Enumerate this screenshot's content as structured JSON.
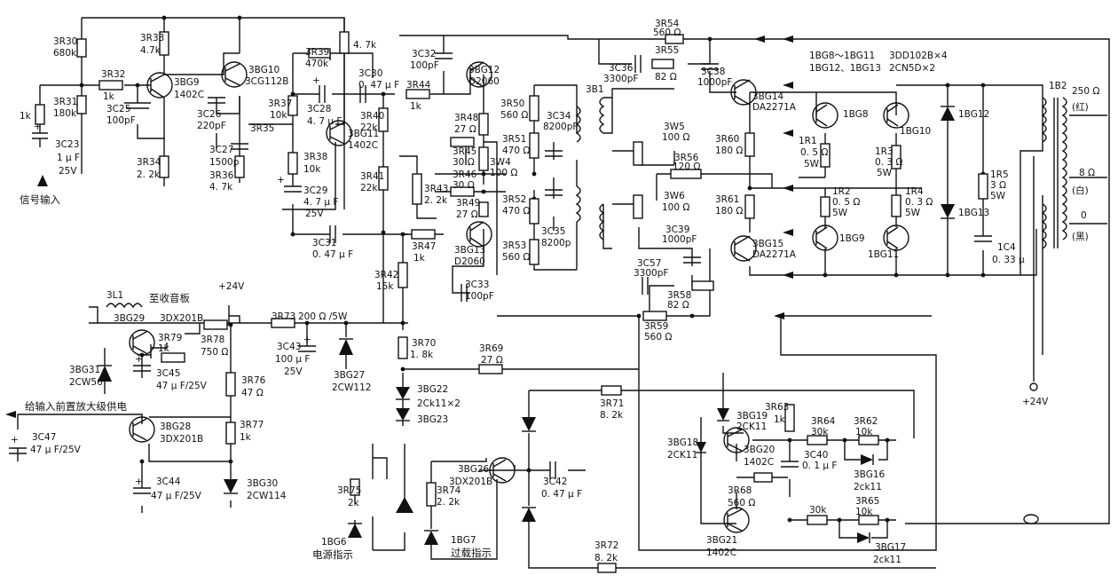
{
  "labels": {
    "3R30": "3R30",
    "680k": "680k",
    "3R31": "3R31",
    "180k": "180k",
    "1k_left": "1k",
    "3R32": "3R32",
    "1k_32": "1k",
    "3C25": "3C25",
    "100pF_25": "100pF",
    "3C23": "3C23",
    "1uF_23": "1 μ F",
    "25V_23": "25V",
    "signal_in": "信号输入",
    "3R33": "3R33",
    "4.7k_33": "4.7k",
    "3BG9": "3BG9",
    "1402C_9": "1402C",
    "3R34": "3R34",
    "2.2k_34": "2. 2k",
    "3BG10": "3BG10",
    "3CG112B": "3CG112B",
    "3C26": "3C26",
    "220pF": "220pF",
    "3R35": "3R35",
    "3C27": "3C27",
    "1500p": "1500p",
    "3R36": "3R36",
    "4.7k_36": "4. 7k",
    "3R39": "3R39",
    "470k": "470k",
    "3C28": "3C28",
    "4.7uF_28": "4. 7 μ F",
    "3R37": "3R37",
    "10k_37": "10k",
    "3BG11": "3BG11",
    "1402C_11": "1402C",
    "3R38": "3R38",
    "10k_38": "10k",
    "3C29": "3C29",
    "4.7uF_29": "4. 7 μ F",
    "25V_29": "25V",
    "4.7k_top": "4. 7k",
    "3C30": "3C30",
    "0.47uF_30": "0. 47 μ F",
    "3R40": "3R40",
    "22k_40": "22k",
    "3R41": "3R41",
    "22k_41": "22k",
    "3C31": "3C31",
    "0.47uF_31": "0. 47 μ F",
    "3R42": "3R42",
    "15k": "15k",
    "3C32": "3C32",
    "100pF_32": "100pF",
    "3BG12": "3BG12",
    "D2060_12": "D2060",
    "3R44": "3R44",
    "1k_44": "1k",
    "3R48": "3R48",
    "27_48": "27 Ω",
    "3R45": "3R45",
    "30_45": "30 Ω",
    "3W4": "3W4",
    "100_W4": "100 Ω",
    "3R46": "3R46",
    "30_46": "30 Ω",
    "3R43": "3R43",
    "2.2k_43": "2. 2k",
    "3R49": "3R49",
    "27_49": "27 Ω",
    "3R47": "3R47",
    "1k_47": "1k",
    "3BG13": "3BG13",
    "D2060_13": "D2060",
    "3C33": "3C33",
    "100pF_33": "100pF",
    "3R50": "3R50",
    "560_50": "560 Ω",
    "3R51": "3R51",
    "470_51": "470 Ω",
    "3R52": "3R52",
    "470_52": "470 Ω",
    "3R53": "3R53",
    "560_53": "560 Ω",
    "3C34": "3C34",
    "8200pF_34": "8200pF",
    "3C35": "3C35",
    "8200p_35": "8200p",
    "3B1": "3B1",
    "3R54": "3R54",
    "560_54": "560 Ω",
    "3C36": "3C36",
    "3300pF_36": "3300pF",
    "3R55": "3R55",
    "82_55": "82 Ω",
    "3C38": "3C38",
    "1000pF_38": "1000pF",
    "3W5": "3W5",
    "100_W5": "100 Ω",
    "3R56": "3R56",
    "120": "120 Ω",
    "3W6": "3W6",
    "100_W6": "100 Ω",
    "3C39": "3C39",
    "1000pF_39": "1000pF",
    "3C57": "3C57",
    "3300pF_57": "3300pF",
    "3R58": "3R58",
    "82_58": "82 Ω",
    "3R59": "3R59",
    "560_59": "560 Ω",
    "3BG14": "3BG14",
    "DA2271A_14": "DA2271A",
    "3BG15": "3BG15",
    "DA2271A_15": "DA2271A",
    "3R60": "3R60",
    "180_60": "180 Ω",
    "3R61": "3R61",
    "180_61": "180 Ω",
    "note1": "1BG8～1BG11",
    "note2": "1BG12、1BG13",
    "note3": "3DD102B×4",
    "note4": "2CN5D×2",
    "1BG8": "1BG8",
    "1BG9": "1BG9",
    "1BG10": "1BG10",
    "1BG11": "1BG11",
    "1R1": "1R1",
    "0.5_R1": "0. 5 Ω",
    "5W_R1": "5W",
    "1R2": "1R2",
    "0.5_R2": "0. 5 Ω",
    "5W_R2": "5W",
    "1R3": "1R3",
    "0.3_R3": "0. 3 Ω",
    "5W_R3": "5W",
    "1R4": "1R4",
    "0.3_R4": "0. 3 Ω",
    "5W_R4": "5W",
    "1BG12": "1BG12",
    "1BG13": "1BG13",
    "1R5": "1R5",
    "3_R5": "3 Ω",
    "5W_R5": "5W",
    "1C4": "1C4",
    "0.33u": "0. 33 μ",
    "1B2": "1B2",
    "250": "250 Ω",
    "red": "(红)",
    "8": "8 Ω",
    "white": "(白)",
    "0": "0",
    "black": "(黑)",
    "+24V_right": "+24V",
    "3L1": "3L1",
    "to_radio": "至收音板",
    "3BG29": "3BG29",
    "3DX201B_29": "3DX201B",
    "3R79": "3R79",
    "1k_79": "1k",
    "3R78": "3R78",
    "750": "750 Ω",
    "+24V_mid": "+24V",
    "3R73": "3R73",
    "200_5W": "200 Ω /5W",
    "3C43": "3C43",
    "100uF_43": "100 μ F",
    "25V_43": "25V",
    "3BG27": "3BG27",
    "2CW112": "2CW112",
    "3BG31": "3BG31",
    "2CW56": "2CW56",
    "3C45": "3C45",
    "47uF25V_45": "47 μ F/25V",
    "3R76": "3R76",
    "47": "47 Ω",
    "power_label": "给输入前置放大级供电",
    "3BG28": "3BG28",
    "3DX201B_28": "3DX201B",
    "3R77": "3R77",
    "1k_77": "1k",
    "3C47": "3C47",
    "47uF25V_47": "47 μ F/25V",
    "3C44": "3C44",
    "47uF25V_44": "47 μ F/25V",
    "3BG30": "3BG30",
    "2CW114": "2CW114",
    "3R70": "3R70",
    "1.8k": "1. 8k",
    "3R69": "3R69",
    "27_69": "27 Ω",
    "3BG22": "3BG22",
    "2ck11x2": "2Ck11×2",
    "3BG23": "3BG23",
    "3R75": "3R75",
    "2k_75": "2k",
    "1BG6": "1BG6",
    "power_ind": "电源指示",
    "3BG26": "3BG26",
    "3DX201B_26": "3DX201B",
    "3R74": "3R74",
    "2.2k_74": "2. 2k",
    "1BG7": "1BG7",
    "overload_ind": "过载指示",
    "3C42": "3C42",
    "0.47uF_42": "0. 47 μ F",
    "3R71": "3R71",
    "8.2k_71": "8. 2k",
    "3R72": "3R72",
    "8.2k_72": "8. 2k",
    "3BG19": "3BG19",
    "2CK11_19": "2CK11",
    "3BG18": "3BG18",
    "2CK11_18": "2CK11",
    "3BG20": "3BG20",
    "1402C_20": "1402C",
    "3BG21": "3BG21",
    "1402C_21": "1402C",
    "3R63": "3R63",
    "1k_63": "1k",
    "3R64": "3R64",
    "30k_64": "30k",
    "3C40": "3C40",
    "0.1uF": "0. 1 μ F",
    "3R62": "3R62",
    "10k_62": "10k",
    "3BG16": "3BG16",
    "2ck11_16": "2ck11",
    "3R68": "3R68",
    "560_68": "560 Ω",
    "30k_b": "30k",
    "3R65": "3R65",
    "10k_65": "10k",
    "3BG17": "3BG17",
    "2ck11_17": "2ck11"
  }
}
